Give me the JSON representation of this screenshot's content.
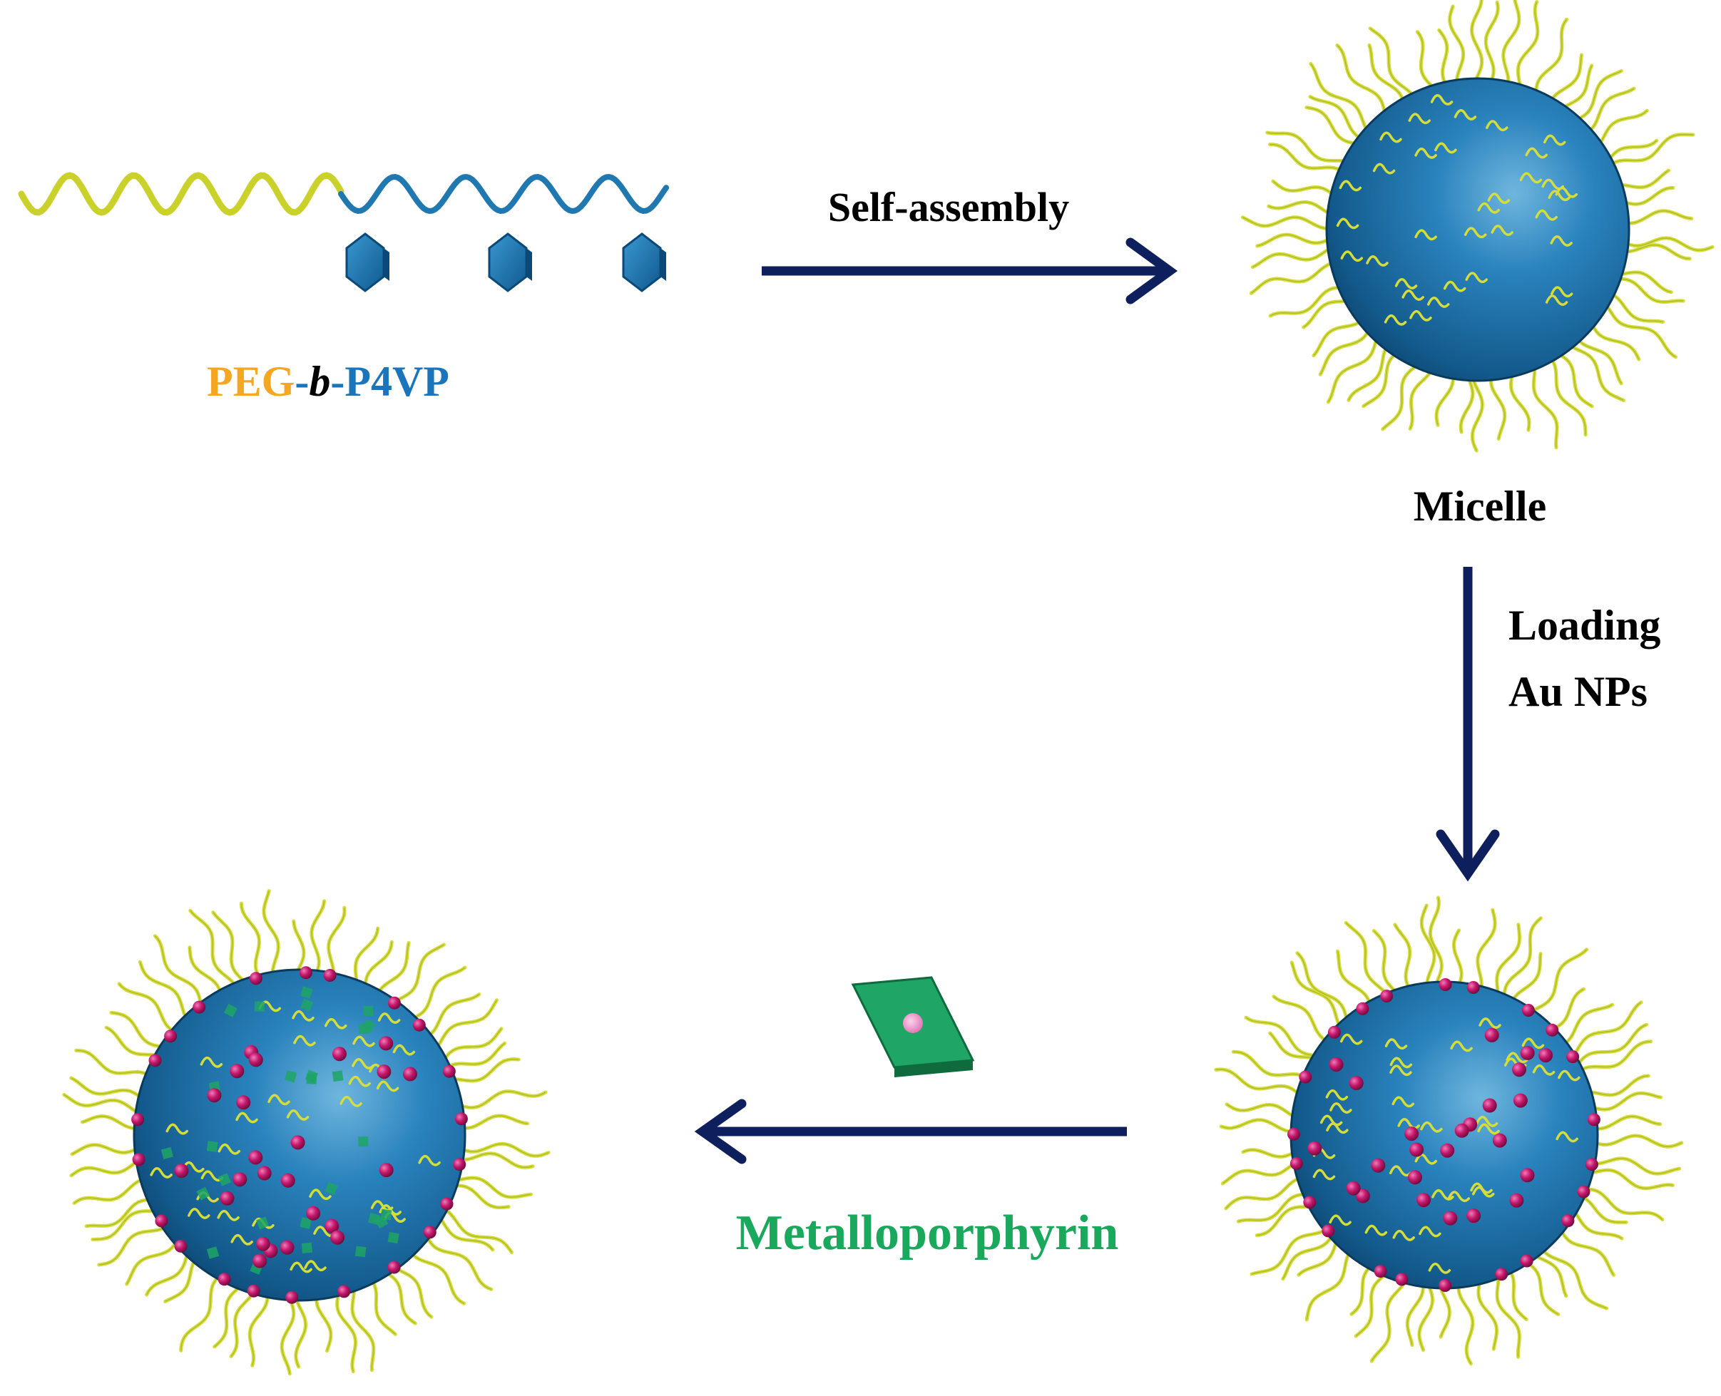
{
  "labels": {
    "copolymer_peg": "PEG",
    "copolymer_dash1": "-",
    "copolymer_b": "b",
    "copolymer_dash2": "-",
    "copolymer_p4vp": "P4VP",
    "step1": "Self-assembly",
    "micelle": "Micelle",
    "step2_line1": "Loading",
    "step2_line2": "Au NPs",
    "step3": "Metalloporphyrin"
  },
  "colors": {
    "peg": "#f5a623",
    "p4vp": "#1b75bb",
    "arrow": "#0d1f5c",
    "metalloporphyrin": "#1aa85c",
    "corona": "#d8e04a",
    "core": "#1a6da0",
    "au_np": "#c2186b"
  }
}
